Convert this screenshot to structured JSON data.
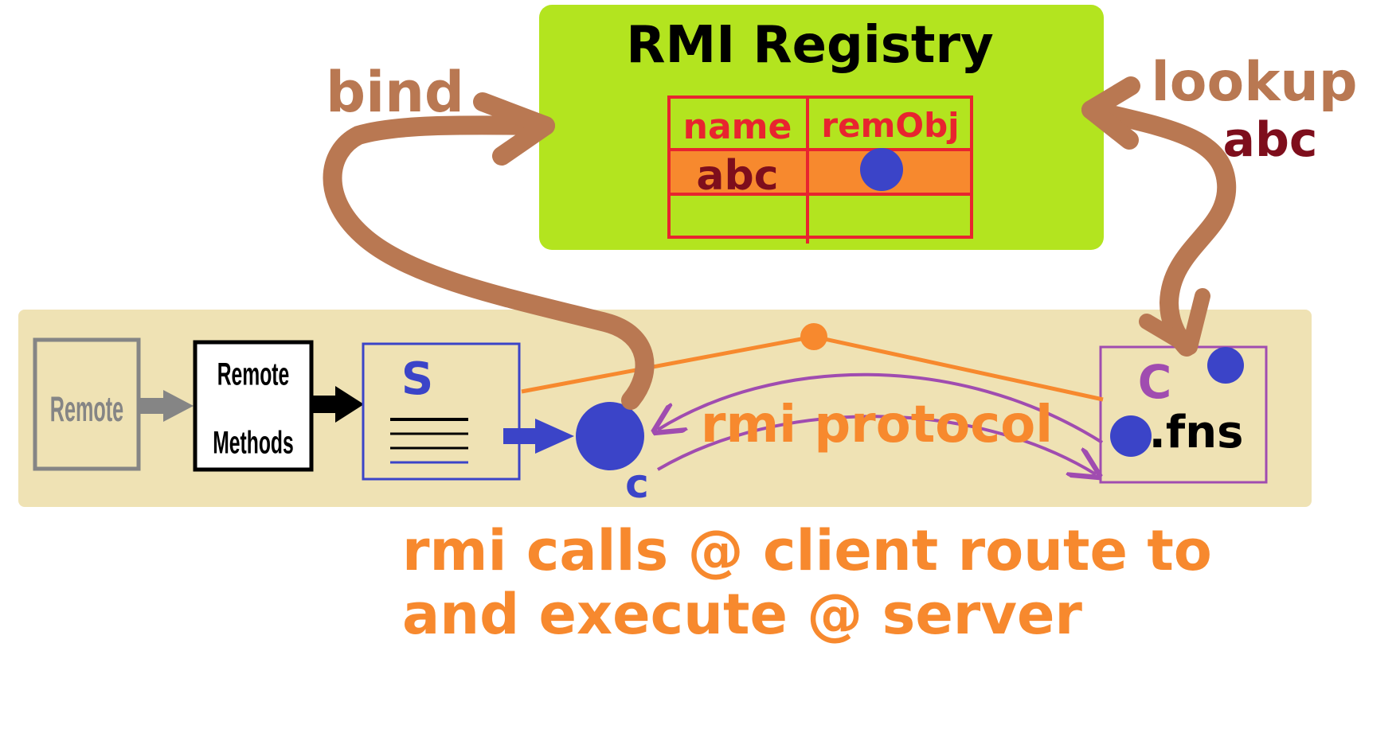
{
  "registry": {
    "title": "RMI Registry",
    "columns": [
      "name",
      "remObj"
    ],
    "row": {
      "name": "abc"
    }
  },
  "arrows": {
    "bind": "bind",
    "lookup": "lookup",
    "lookup_name": "abc"
  },
  "host": {
    "remote_label": "Remote",
    "remote_methods_line1": "Remote",
    "remote_methods_line2": "Methods",
    "server_label": "S",
    "client_label": "C",
    "stub_label": "c",
    "fns_label": ".fns",
    "protocol_label": "rmi protocol"
  },
  "caption": {
    "line1": "rmi calls @ client route to",
    "line2": "and execute @ server"
  },
  "colors": {
    "registry_bg": "#b3e41f",
    "host_bg": "#efe2b4",
    "brown": "#b97852",
    "orange": "#f7892e",
    "red": "#e8242f",
    "dark_red": "#7e0e1c",
    "blue": "#3b44c8",
    "purple": "#a04cb0",
    "gray": "#858585"
  }
}
